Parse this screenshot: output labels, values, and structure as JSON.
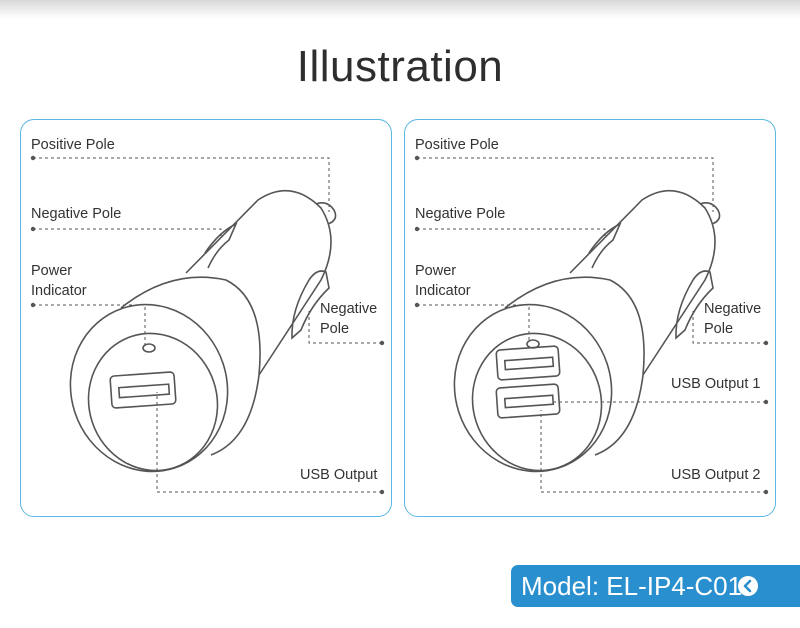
{
  "title": "Illustration",
  "panel_left": {
    "labels": {
      "positive_pole": "Positive Pole",
      "negative_pole": "Negative Pole",
      "power_indicator": "Power\nIndicator",
      "negative_pole_right": "Negative\nPole",
      "usb_output": "USB Output"
    }
  },
  "panel_right": {
    "labels": {
      "positive_pole": "Positive Pole",
      "negative_pole": "Negative Pole",
      "power_indicator": "Power\nIndicator",
      "negative_pole_right": "Negative\nPole",
      "usb_output_1": "USB Output 1",
      "usb_output_2": "USB Output 2"
    }
  },
  "model": {
    "text": "Model: EL-IP4-C01",
    "icon": "chevron-left-circle-icon"
  },
  "colors": {
    "panel_border": "#5bb8e0",
    "badge_background": "#2a8fcf",
    "line": "#555555"
  }
}
